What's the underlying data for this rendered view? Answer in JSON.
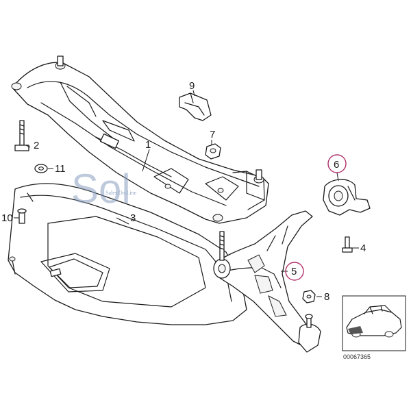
{
  "callouts": [
    {
      "id": "1",
      "label": "1",
      "highlighted": false
    },
    {
      "id": "2",
      "label": "2",
      "highlighted": false
    },
    {
      "id": "3",
      "label": "3",
      "highlighted": false
    },
    {
      "id": "4",
      "label": "4",
      "highlighted": false
    },
    {
      "id": "5",
      "label": "5",
      "highlighted": true
    },
    {
      "id": "6",
      "label": "6",
      "highlighted": true
    },
    {
      "id": "7",
      "label": "7",
      "highlighted": false
    },
    {
      "id": "8",
      "label": "8",
      "highlighted": false
    },
    {
      "id": "9",
      "label": "9",
      "highlighted": false
    },
    {
      "id": "10",
      "label": "10",
      "highlighted": false
    },
    {
      "id": "11",
      "label": "11",
      "highlighted": false
    }
  ],
  "watermark": {
    "logo_text": "Sol",
    "tagline": "Sales On Line"
  },
  "drawing_number": "00067365",
  "colors": {
    "ink": "#1a1a1a",
    "highlight_ring": "#b0306a",
    "watermark": "#8a9fc0"
  }
}
